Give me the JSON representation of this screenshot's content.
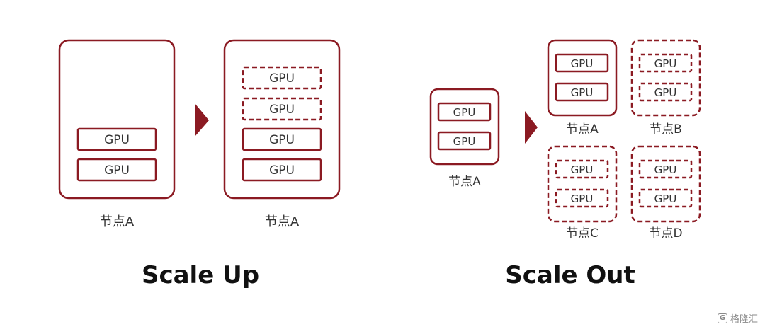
{
  "colors": {
    "accent": "#8B1A22",
    "text": "#333333",
    "title": "#111111"
  },
  "gpu_label": "GPU",
  "scale_up": {
    "title": "Scale Up",
    "before_node": "节点A",
    "after_node": "节点A",
    "arrow_icon": "right-triangle-icon"
  },
  "scale_out": {
    "title": "Scale Out",
    "before_node": "节点A",
    "arrow_icon": "right-triangle-icon",
    "nodes": {
      "a": "节点A",
      "b": "节点B",
      "c": "节点C",
      "d": "节点D"
    }
  },
  "watermark": {
    "icon": "gelonghui-logo-icon",
    "glyph": "G",
    "text": "格隆汇"
  }
}
